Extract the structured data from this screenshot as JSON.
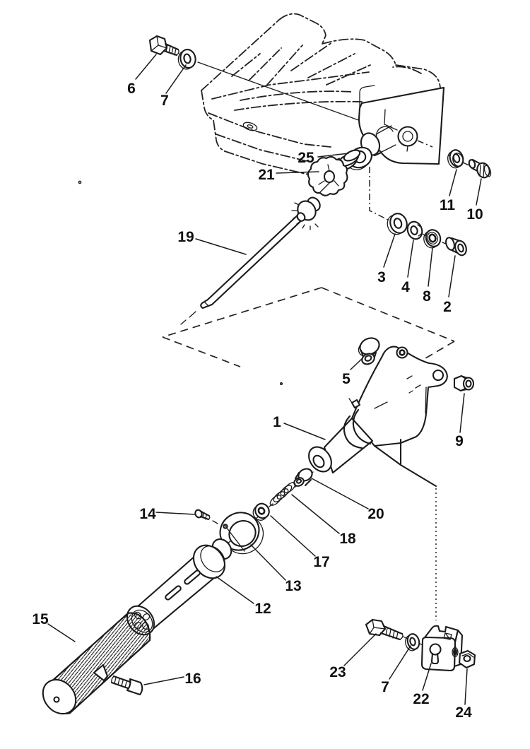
{
  "diagram": {
    "background_color": "#ffffff",
    "line_color": "#1b1b1b",
    "callouts": [
      {
        "label": "6"
      },
      {
        "label": "7"
      },
      {
        "label": "25"
      },
      {
        "label": "21"
      },
      {
        "label": "11"
      },
      {
        "label": "10"
      },
      {
        "label": "19"
      },
      {
        "label": "3"
      },
      {
        "label": "4"
      },
      {
        "label": "8"
      },
      {
        "label": "2"
      },
      {
        "label": "5"
      },
      {
        "label": "1"
      },
      {
        "label": "9"
      },
      {
        "label": "20"
      },
      {
        "label": "18"
      },
      {
        "label": "17"
      },
      {
        "label": "13"
      },
      {
        "label": "14"
      },
      {
        "label": "12"
      },
      {
        "label": "15"
      },
      {
        "label": "16"
      },
      {
        "label": "23"
      },
      {
        "label": "7"
      },
      {
        "label": "22"
      },
      {
        "label": "24"
      }
    ]
  }
}
